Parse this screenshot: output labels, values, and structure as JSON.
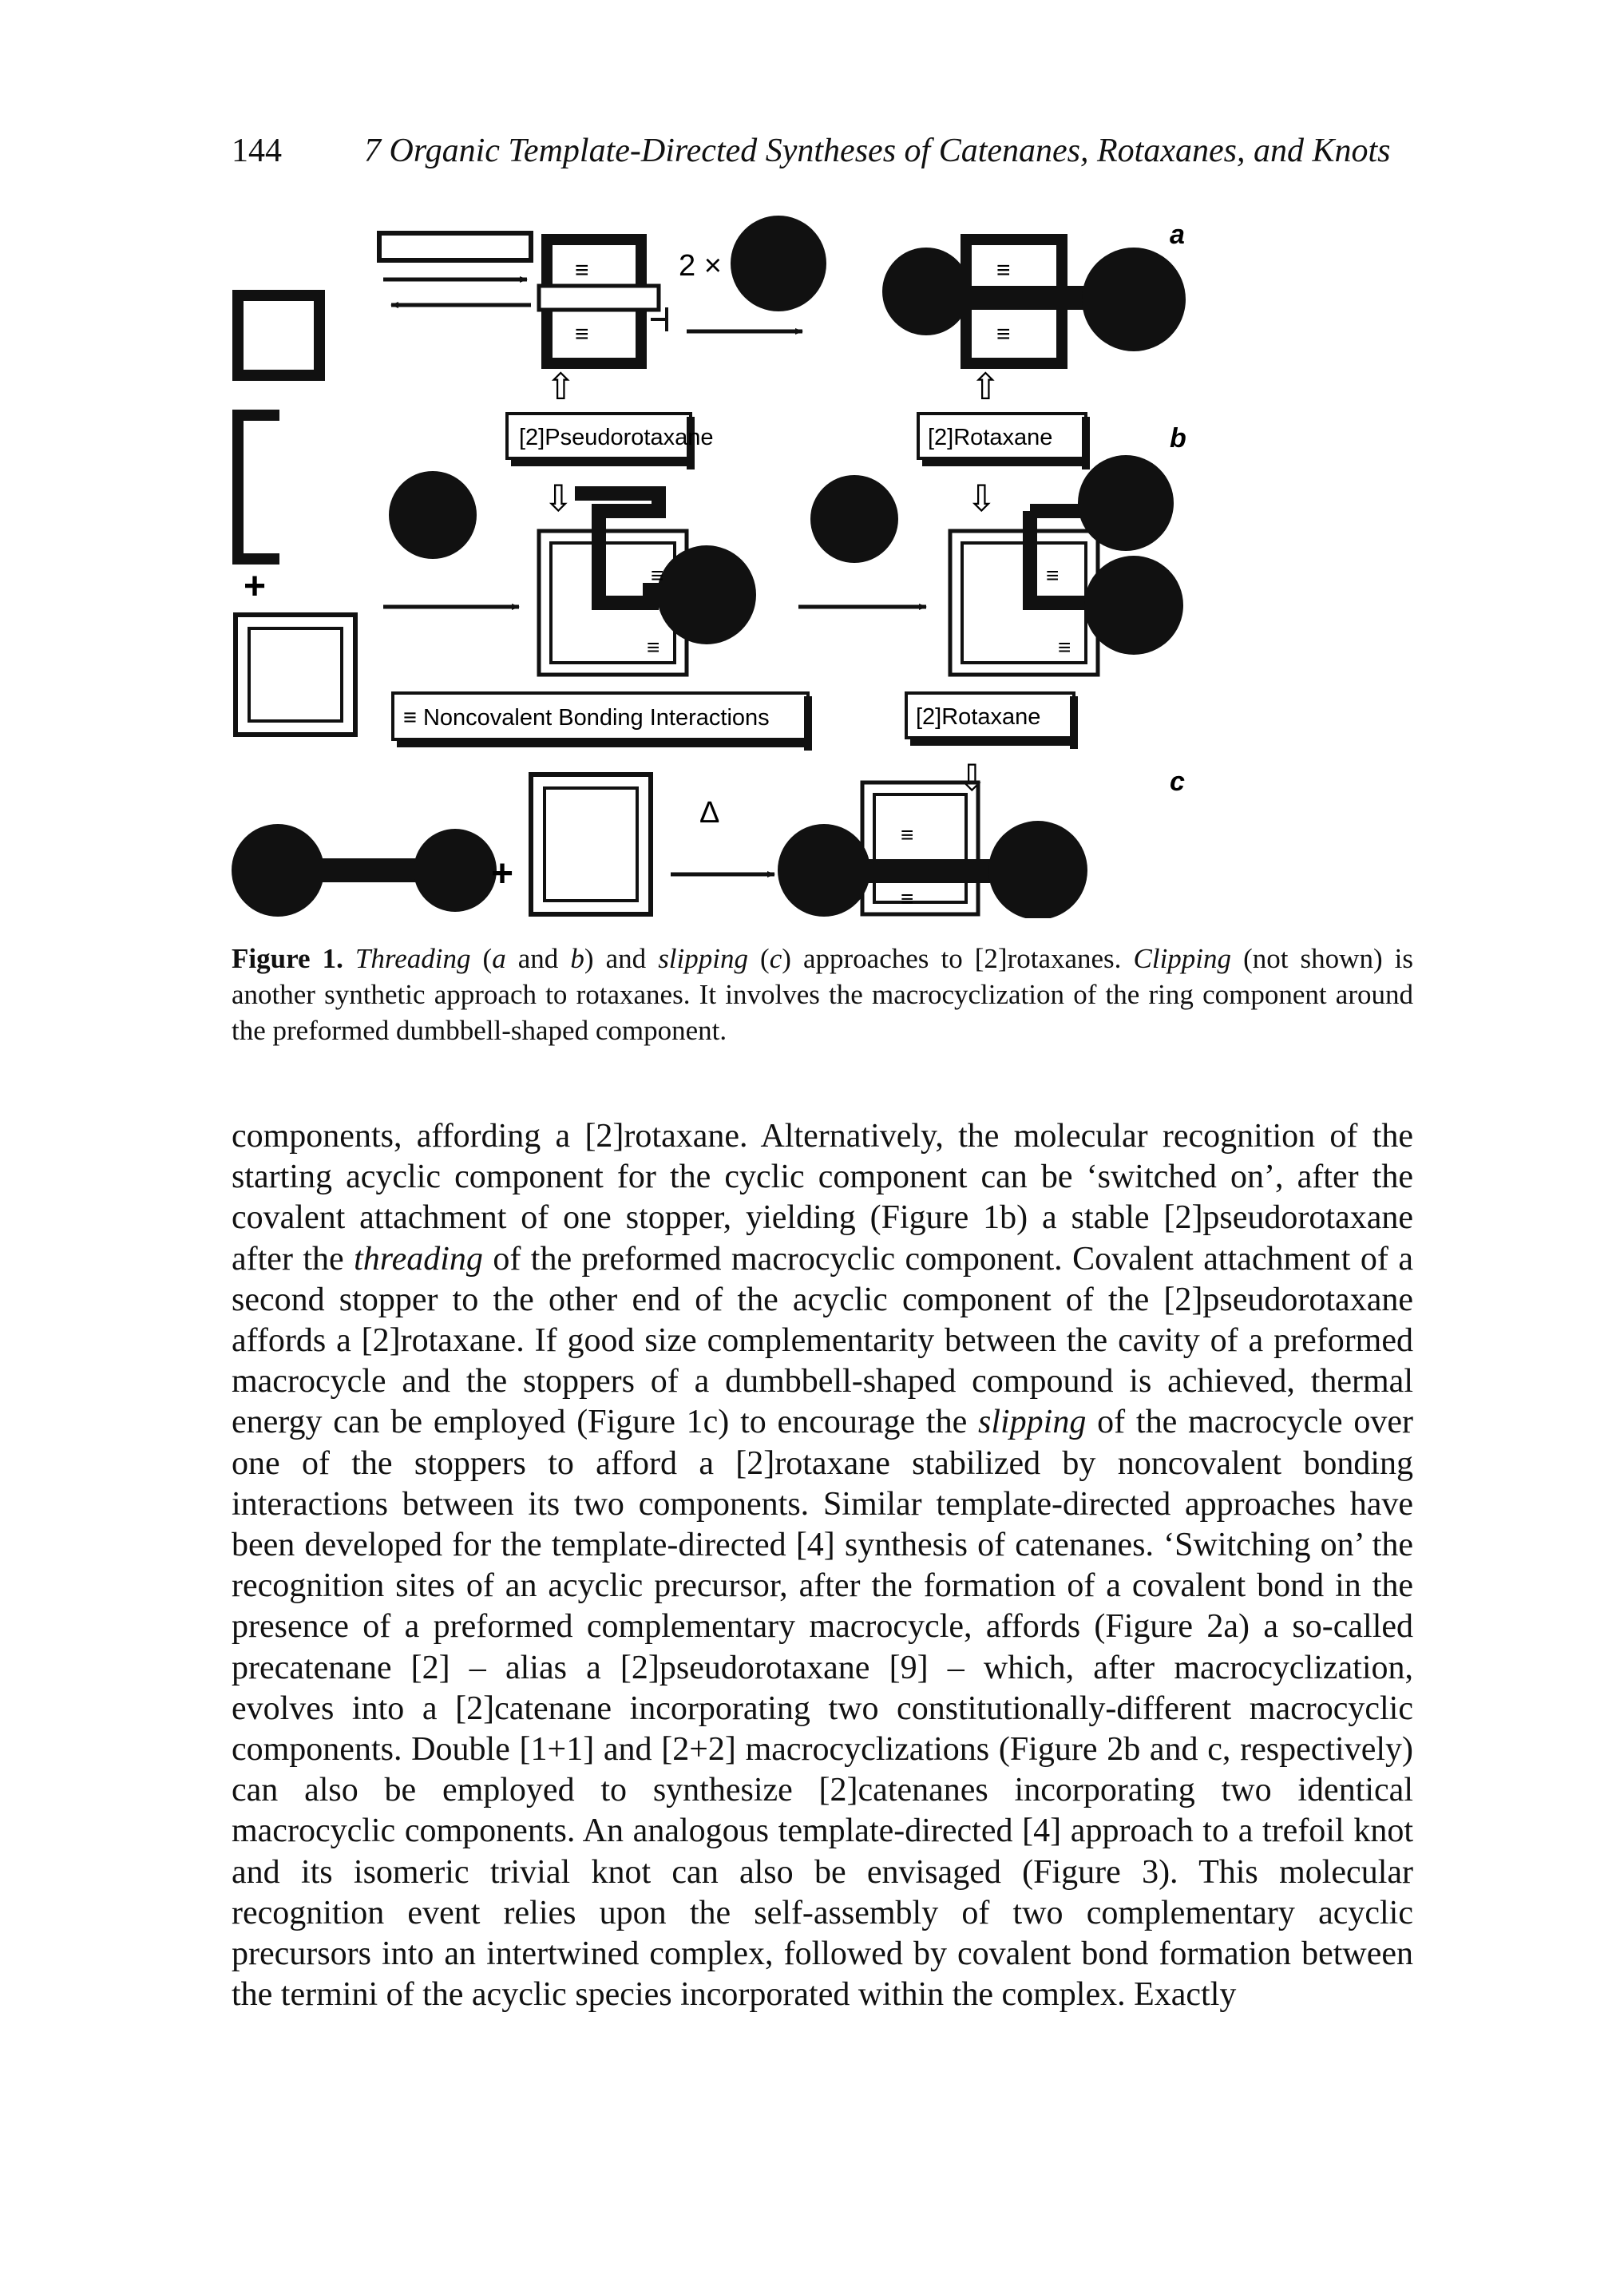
{
  "header": {
    "page_number": "144",
    "running_title": "7 Organic Template-Directed Syntheses of Catenanes, Rotaxanes, and Knots"
  },
  "figure": {
    "panel_a": "a",
    "panel_b": "b",
    "panel_c": "c",
    "label_pseudorotaxane": "[2]Pseudorotaxane",
    "label_rotaxane_top": "[2]Rotaxane",
    "label_rotaxane_bottom": "[2]Rotaxane",
    "label_noncovalent": "≡ Noncovalent Bonding Interactions",
    "two_x": "2 ×",
    "delta": "Δ",
    "plus": "+",
    "equiv": "≡",
    "arrow_up": "⇧",
    "arrow_down": "⇩"
  },
  "caption": {
    "label": "Figure 1.",
    "text": [
      {
        "t": " "
      },
      {
        "t": "Threading",
        "i": true
      },
      {
        "t": " ("
      },
      {
        "t": "a",
        "i": true
      },
      {
        "t": " and "
      },
      {
        "t": "b",
        "i": true
      },
      {
        "t": ") and "
      },
      {
        "t": "slipping",
        "i": true
      },
      {
        "t": " ("
      },
      {
        "t": "c",
        "i": true
      },
      {
        "t": ") approaches to [2]rotaxanes. "
      },
      {
        "t": "Clipping",
        "i": true
      },
      {
        "t": " (not shown) is another synthetic approach to rotaxanes. It involves the macrocyclization of the ring component around the preformed dumbbell-shaped component."
      }
    ]
  },
  "body": [
    {
      "t": "components, affording a [2]rotaxane. Alternatively, the molecular recognition of the starting acyclic component for the cyclic component can be ‘switched on’, after the covalent attachment of one stopper, yielding (Figure 1b) a stable [2]pseudorotaxane after the "
    },
    {
      "t": "threading",
      "i": true
    },
    {
      "t": " of the preformed macrocyclic component. Covalent attachment of a second stopper to the other end of the acyclic component of the [2]pseudorotaxane affords a [2]rotaxane. If good size complementarity between the cavity of a preformed macrocycle and the stoppers of a dumbbell-shaped compound is achieved, thermal energy can be employed (Figure 1c) to encourage the "
    },
    {
      "t": "slipping",
      "i": true
    },
    {
      "t": " of the macrocycle over one of the stoppers to afford a [2]rotaxane stabilized by noncovalent bonding interactions between its two components. Similar template-directed approaches have been developed for the template-directed [4] synthesis of catenanes. ‘Switching on’ the recognition sites of an acyclic precursor, after the formation of a covalent bond in the presence of a preformed complementary macrocycle, affords (Figure 2a) a so-called precatenane [2] – alias a [2]pseudorotaxane [9] – which, after macrocyclization, evolves into a [2]catenane incorporating two constitutionally-different macrocyclic components. Double [1+1] and [2+2] macrocyclizations (Figure 2b and c, respectively) can also be employed to synthesize [2]catenanes incorporating two identical macrocyclic components. An analogous template-directed [4] approach to a trefoil knot and its isomeric trivial knot can also be envisaged (Figure 3). This molecular recognition event relies upon the self-assembly of two complementary acyclic precursors into an intertwined complex, followed by covalent bond formation between the termini of the acyclic species incorporated within the complex. Exactly"
    }
  ]
}
